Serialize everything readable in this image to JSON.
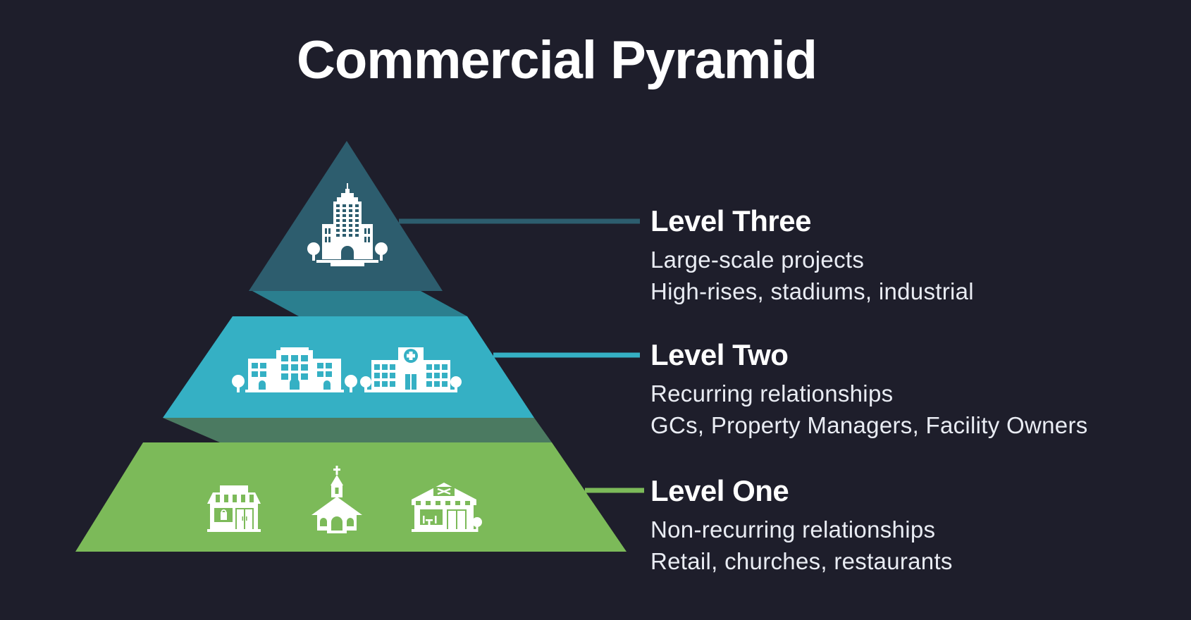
{
  "title": "Commercial Pyramid",
  "colors": {
    "background": "#1e1e2b",
    "level1": "#7cba59",
    "level2": "#35b0c4",
    "level3": "#2d5d6e",
    "fold_level2": "#2b7f8f",
    "fold_level1": "#4b7a61",
    "icon": "#ffffff",
    "text": "#ffffff",
    "body_text": "#e9ecf3"
  },
  "levels": [
    {
      "id": "level-three",
      "title": "Level Three",
      "line1": "Large-scale projects",
      "line2": "High-rises, stadiums, industrial",
      "icons": [
        "high-rise-building"
      ]
    },
    {
      "id": "level-two",
      "title": "Level Two",
      "line1": "Recurring relationships",
      "line2": "GCs, Property Managers, Facility Owners",
      "icons": [
        "office-buildings",
        "hospital"
      ]
    },
    {
      "id": "level-one",
      "title": "Level One",
      "line1": "Non-recurring relationships",
      "line2": "Retail, churches, restaurants",
      "icons": [
        "storefront",
        "church",
        "restaurant"
      ]
    }
  ]
}
